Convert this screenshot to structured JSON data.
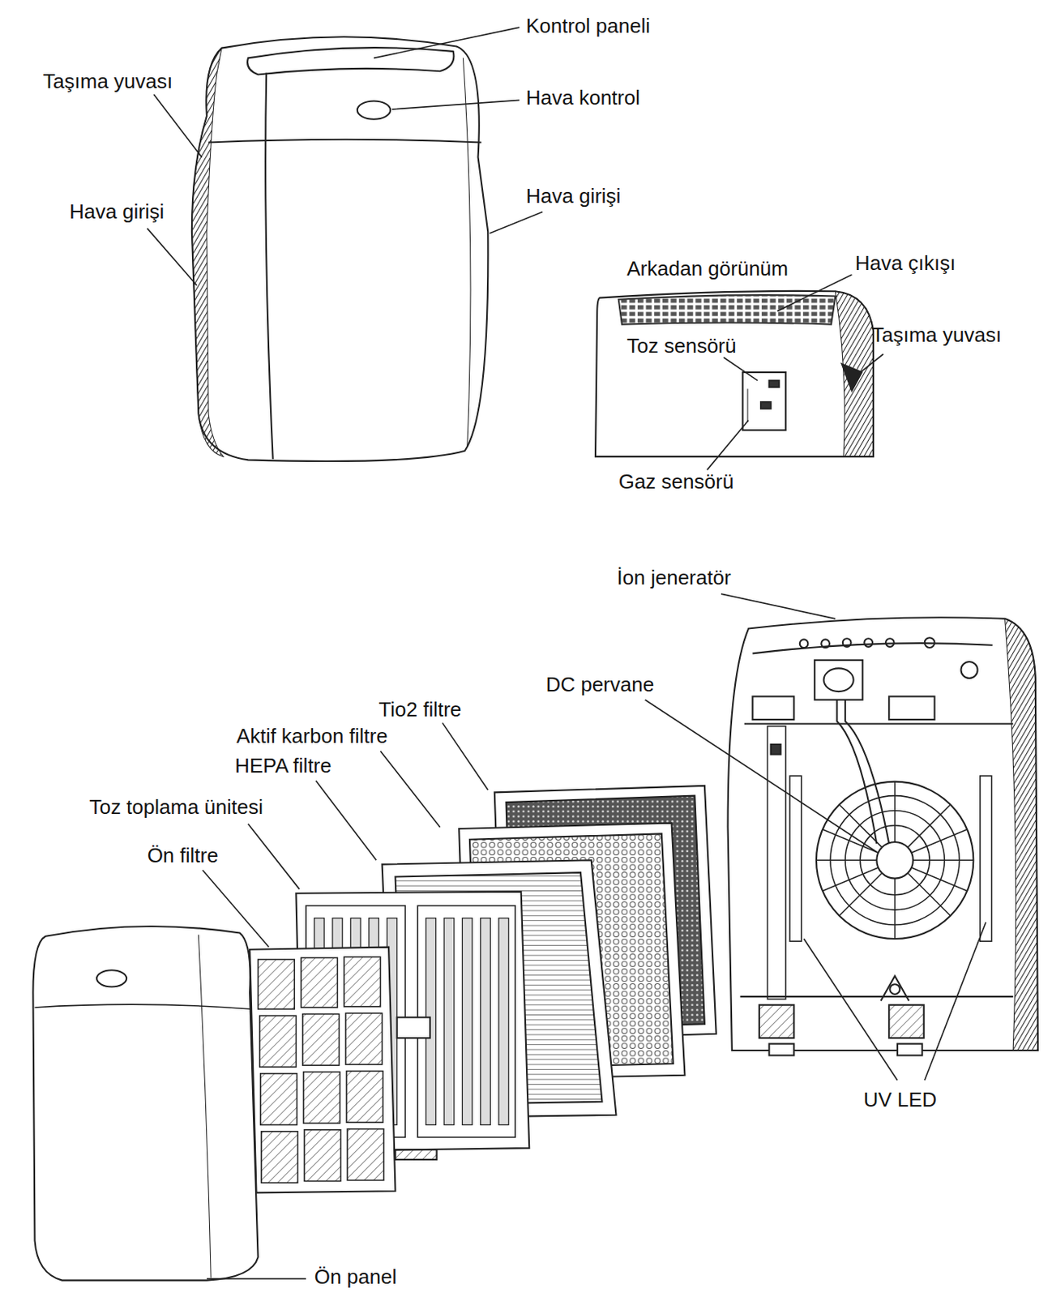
{
  "diagram": {
    "labels": [
      "Kontrol paneli",
      "Taşıma yuvası",
      "Hava kontrol",
      "Hava girişi",
      "Hava girişi",
      "Arkadan görünüm",
      "Hava çıkışı",
      "Taşıma yuvası",
      "Toz sensörü",
      "Gaz sensörü",
      "İon jeneratör",
      "DC pervane",
      "Tio2 filtre",
      "Aktif karbon filtre",
      "HEPA filtre",
      "Toz toplama ünitesi",
      "Ön filtre",
      "UV LED",
      "Ön panel"
    ]
  }
}
